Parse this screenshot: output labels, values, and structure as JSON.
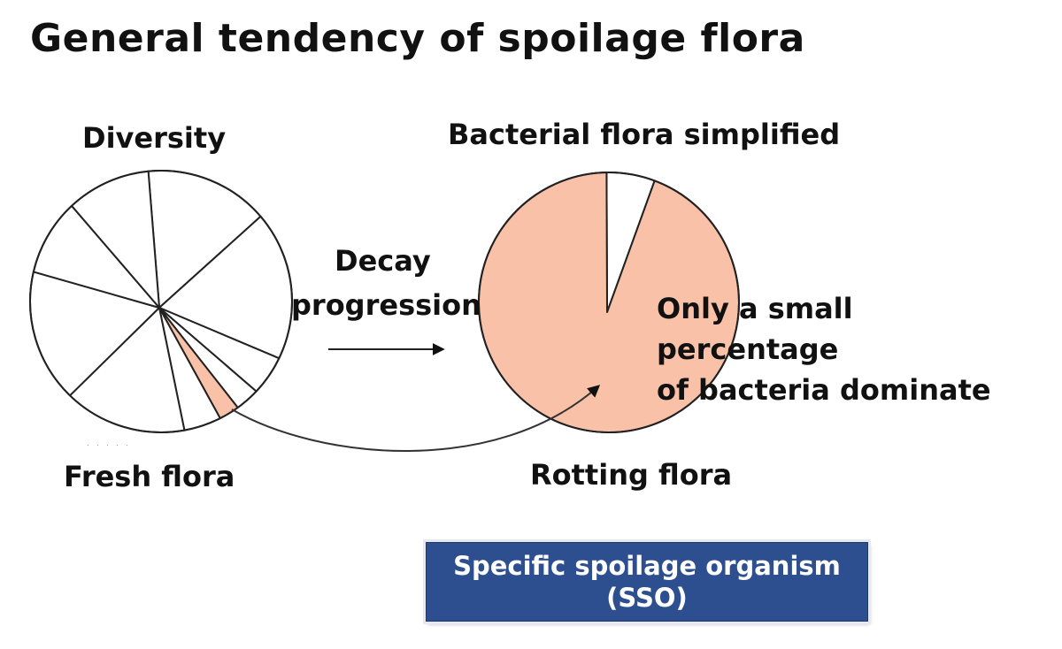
{
  "title": "General tendency of spoilage flora",
  "labels": {
    "diversity": "Diversity",
    "simplified": "Bacterial flora simplified",
    "decay": "Decay",
    "progression": "progression",
    "fresh": "Fresh flora",
    "rotting": "Rotting flora",
    "dominate": "Only a small\npercentage\nof bacteria dominate",
    "tick_marks": ". . . . ."
  },
  "sso": {
    "line1": "Specific spoilage organism",
    "line2": "(SSO)",
    "background": "#2d4e8f"
  },
  "colors": {
    "highlight": "#f9c2a8",
    "empty": "#ffffff",
    "stroke": "#222222"
  },
  "chart_data": [
    {
      "type": "pie",
      "title": "Fresh flora",
      "caption": "Diversity",
      "start_angle_deg": -5.6,
      "slices": [
        {
          "value": 15.3,
          "highlight": false
        },
        {
          "value": 18.4,
          "highlight": false
        },
        {
          "value": 4.9,
          "highlight": false
        },
        {
          "value": 3.0,
          "highlight": false
        },
        {
          "value": 2.5,
          "highlight": true
        },
        {
          "value": 4.6,
          "highlight": false
        },
        {
          "value": 15.1,
          "highlight": false
        },
        {
          "value": 16.4,
          "highlight": false
        },
        {
          "value": 9.4,
          "highlight": false
        },
        {
          "value": 10.4,
          "highlight": false
        }
      ]
    },
    {
      "type": "pie",
      "title": "Rotting flora",
      "caption": "Bacterial flora simplified",
      "start_angle_deg": -1,
      "slices": [
        {
          "value": 6,
          "highlight": false
        },
        {
          "value": 94,
          "highlight": true
        }
      ]
    }
  ]
}
